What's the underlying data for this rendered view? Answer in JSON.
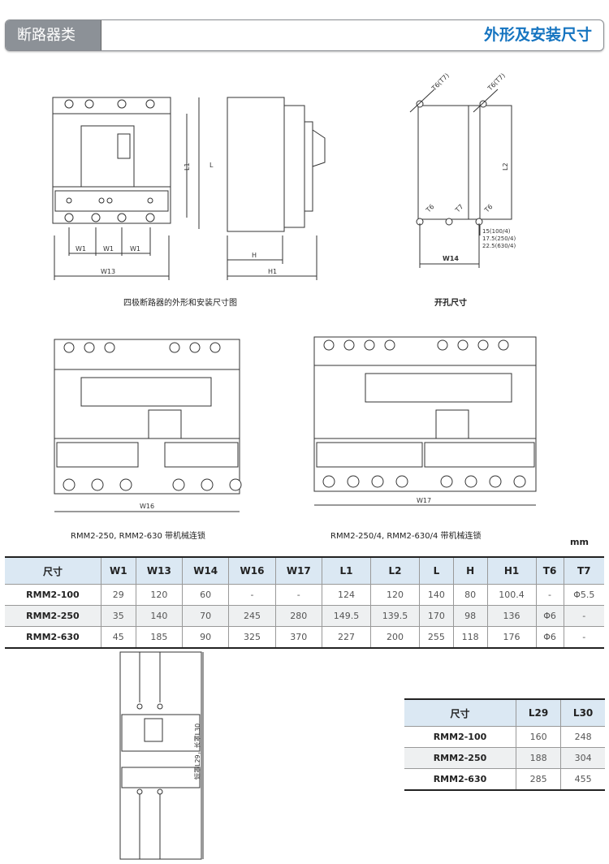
{
  "header": {
    "category": "断路器类",
    "title": "外形及安装尺寸"
  },
  "figure1": {
    "caption": "四极断路器的外形和安装尺寸图",
    "dims": {
      "w1": "W1",
      "w13": "W13",
      "l1": "L1",
      "l": "L",
      "h": "H",
      "h1": "H1"
    }
  },
  "figure2": {
    "caption": "开孔尺寸",
    "dims": {
      "t6t7": "T6(T7)",
      "t6": "T6",
      "t7": "T7",
      "l2": "L2",
      "w14": "W14",
      "offsets": [
        "15(100/4)",
        "17.5(250/4)",
        "22.5(630/4)"
      ]
    }
  },
  "figure3": {
    "caption": "RMM2-250, RMM2-630 带机械连锁",
    "dim": "W16"
  },
  "figure4": {
    "caption": "RMM2-250/4, RMM2-630/4 带机械连锁",
    "dim": "W17"
  },
  "unit": "mm",
  "table1": {
    "headers": [
      "尺寸",
      "W1",
      "W13",
      "W14",
      "W16",
      "W17",
      "L1",
      "L2",
      "L",
      "H",
      "H1",
      "T6",
      "T7"
    ],
    "rows": [
      [
        "RMM2-100",
        "29",
        "120",
        "60",
        "-",
        "-",
        "124",
        "120",
        "140",
        "80",
        "100.4",
        "-",
        "Φ5.5"
      ],
      [
        "RMM2-250",
        "35",
        "140",
        "70",
        "245",
        "280",
        "149.5",
        "139.5",
        "170",
        "98",
        "136",
        "Φ6",
        "-"
      ],
      [
        "RMM2-630",
        "45",
        "185",
        "90",
        "325",
        "370",
        "227",
        "200",
        "255",
        "118",
        "176",
        "Φ6",
        "-"
      ]
    ]
  },
  "figure5": {
    "vertical_label": "短罩L29，长罩L30"
  },
  "table2": {
    "headers": [
      "尺寸",
      "L29",
      "L30"
    ],
    "rows": [
      [
        "RMM2-100",
        "160",
        "248"
      ],
      [
        "RMM2-250",
        "188",
        "304"
      ],
      [
        "RMM2-630",
        "285",
        "455"
      ]
    ]
  }
}
